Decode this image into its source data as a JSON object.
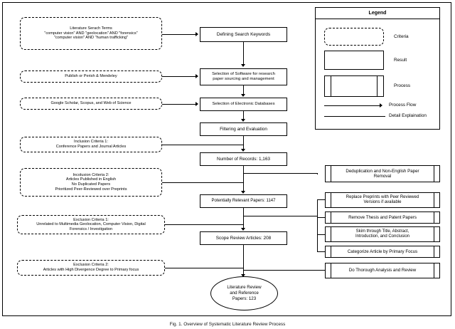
{
  "figure": {
    "caption": "Fig. 1. Overview of Systematic Literature Review Process"
  },
  "legend": {
    "title": "Legend",
    "items": [
      {
        "key": "criteria",
        "label": "Criteria"
      },
      {
        "key": "result",
        "label": "Result"
      },
      {
        "key": "process",
        "label": "Process"
      },
      {
        "key": "process-flow",
        "label": "Process Flow"
      },
      {
        "key": "detail-explanation",
        "label": "Detail Explaination"
      }
    ]
  },
  "criteria_nodes": [
    {
      "id": "search-terms",
      "lines": [
        "Literature Serach Terms",
        "\"computer vision\" AND \"geolocation\" AND \"forensics\"",
        "\"computer vision\" AND \"human trafficking\""
      ]
    },
    {
      "id": "software",
      "lines": [
        "Publish or Perish & Mendeley"
      ]
    },
    {
      "id": "databases",
      "lines": [
        "Google Scholar, Scopus, and Web of Science"
      ]
    },
    {
      "id": "inclusion-1",
      "lines": [
        "Inclusion Criteria 1:",
        "Conference Papers and Journal Articles"
      ]
    },
    {
      "id": "inclusion-2",
      "lines": [
        "Incolusion Criteria 2:",
        "Articles Published in English",
        "No Duplicated Papers",
        "Prioritized Peer-Reviewed over Preprints"
      ]
    },
    {
      "id": "exclusion-1",
      "lines": [
        "Exclusion Criteria 1:",
        "Unrelated to Multimedia Geolocation, Computer Vision, Digital",
        "Forensics / Investigation"
      ]
    },
    {
      "id": "exclusion-2",
      "lines": [
        "Exclusion Criteria 2:",
        "Articles with High Divergence Degree to Primary focus"
      ]
    }
  ],
  "flow_nodes": [
    {
      "id": "defining-search-keywords",
      "lines": [
        "Defining Search Keywords"
      ]
    },
    {
      "id": "selection-of-software",
      "lines": [
        "Selection of Software for research",
        "paper sourcing and management"
      ]
    },
    {
      "id": "selection-of-databases",
      "lines": [
        "Selection of Electronic Databases"
      ]
    },
    {
      "id": "filtering-and-evaluation",
      "lines": [
        "Filtering and Evaluation"
      ]
    },
    {
      "id": "number-of-records",
      "lines": [
        "Number of Records: 1,163"
      ]
    },
    {
      "id": "potentially-relevant-papers",
      "lines": [
        "Potentially Relevant Papers: 1147"
      ]
    },
    {
      "id": "scope-review-articles",
      "lines": [
        "Scope Review Articles: 208"
      ]
    }
  ],
  "terminal_node": {
    "id": "literature-review-papers",
    "lines": [
      "Literature Review",
      "and Reference",
      "Papers: 123"
    ]
  },
  "process_nodes": [
    {
      "id": "deduplication",
      "lines": [
        "Deduplication and Non-English Paper",
        "Removal"
      ]
    },
    {
      "id": "replace-preprints",
      "lines": [
        "Replace Preprints with Peer Reviewed",
        "Versions if available"
      ]
    },
    {
      "id": "remove-thesis",
      "lines": [
        "Remove Thesis and Patent Papers"
      ]
    },
    {
      "id": "skim-through",
      "lines": [
        "Skim through Title, Abstract,",
        "Introduction, and Conclusion"
      ]
    },
    {
      "id": "categorize-article",
      "lines": [
        "Categorize Article by Primary Focus"
      ]
    },
    {
      "id": "thorough-analysis",
      "lines": [
        "Do Thorough Analysis and Review"
      ]
    }
  ],
  "colors": {
    "stroke": "#000000",
    "background": "#ffffff"
  }
}
